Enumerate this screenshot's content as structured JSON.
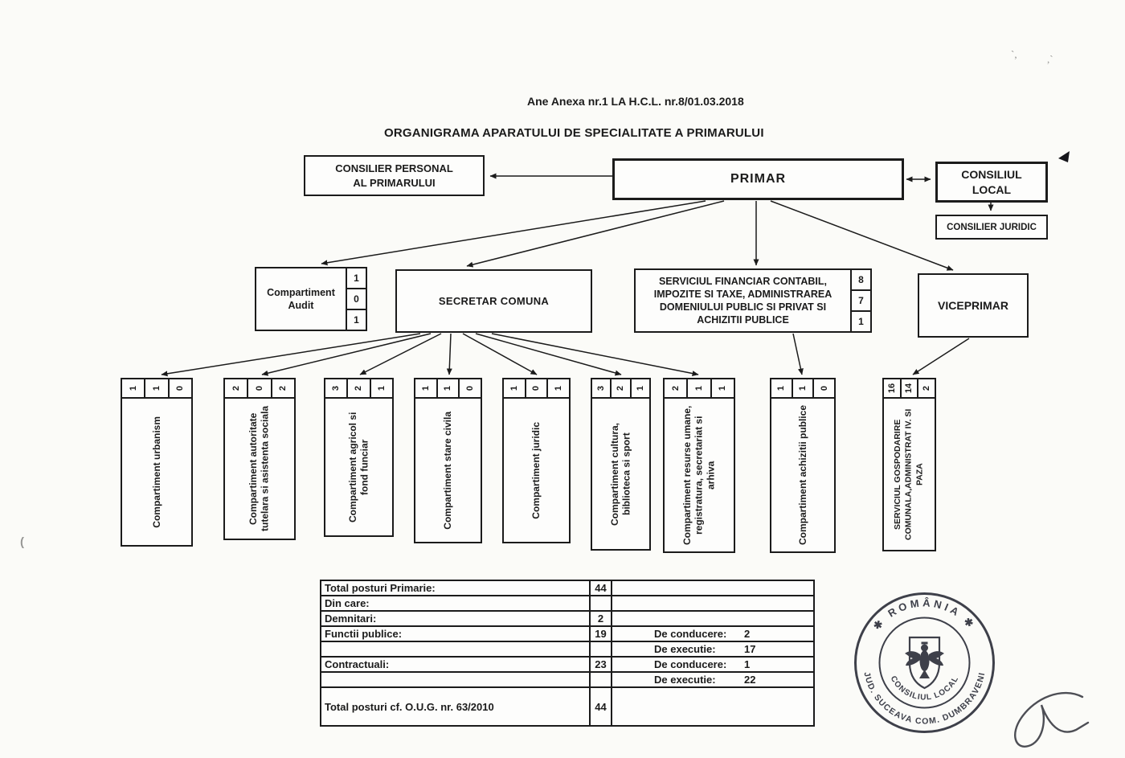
{
  "document": {
    "annex_note": "Ane Anexa nr.1 LA H.C.L. nr.8/01.03.2018",
    "title": "ORGANIGRAMA  APARATULUI DE SPECIALITATE A PRIMARULUI"
  },
  "org": {
    "primar": {
      "label": "PRIMAR"
    },
    "consilier_personal": {
      "line1": "CONSILIER PERSONAL",
      "line2": "AL PRIMARULUI"
    },
    "consiliul_local": {
      "line1": "CONSILIUL",
      "line2": "LOCAL"
    },
    "consilier_juridic": {
      "label": "CONSILIER JURIDIC"
    },
    "compartiment_audit": {
      "line1": "Compartiment",
      "line2": "Audit",
      "counts": [
        "1",
        "0",
        "1"
      ]
    },
    "secretar_comuna": {
      "label": "SECRETAR COMUNA"
    },
    "serviciul_financiar": {
      "label": "SERVICIUL FINANCIAR CONTABIL, IMPOZITE SI TAXE, ADMINISTRAREA DOMENIULUI PUBLIC SI PRIVAT SI ACHIZITII PUBLICE",
      "counts": [
        "8",
        "7",
        "1"
      ]
    },
    "viceprimar": {
      "label": "VICEPRIMAR"
    }
  },
  "departments": [
    {
      "label": "Compartiment urbanism",
      "counts": [
        "1",
        "1",
        "0"
      ]
    },
    {
      "label": "Compartiment autoritate tutelara si asistenta sociala",
      "counts": [
        "2",
        "0",
        "2"
      ]
    },
    {
      "label": "Compartiment agricol si fond funciar",
      "counts": [
        "3",
        "2",
        "1"
      ]
    },
    {
      "label": "Compartiment stare civila",
      "counts": [
        "1",
        "1",
        "0"
      ]
    },
    {
      "label": "Compartiment juridic",
      "counts": [
        "1",
        "0",
        "1"
      ]
    },
    {
      "label": "Compartiment cultura, biblioteca si sport",
      "counts": [
        "3",
        "2",
        "1"
      ]
    },
    {
      "label": "Compartiment resurse umane, registratura, secretariat si arhiva",
      "counts": [
        "2",
        "1",
        "1"
      ]
    },
    {
      "label": "Compartiment achizitii publice",
      "counts": [
        "1",
        "1",
        "0"
      ]
    },
    {
      "label": "SERVICIUL GOSPODARIRE COMUNALA,ADMINISTRAT IV. SI PAZA",
      "counts": [
        "16",
        "14",
        "2"
      ]
    }
  ],
  "summary_table": {
    "rows": [
      {
        "label": "Total posturi Primarie:",
        "value": "44"
      },
      {
        "label": "Din care:",
        "value": ""
      },
      {
        "label": "Demnitari:",
        "value": "2"
      },
      {
        "label": "Functii publice:",
        "value": "19",
        "detail_label": "De conducere:",
        "detail_value": "2"
      },
      {
        "label": "",
        "value": "",
        "detail_label": "De executie:",
        "detail_value": "17"
      },
      {
        "label": "Contractuali:",
        "value": "23",
        "detail_label": "De conducere:",
        "detail_value": "1"
      },
      {
        "label": "",
        "value": "",
        "detail_label": "De executie:",
        "detail_value": "22"
      },
      {
        "label": "Total posturi cf. O.U.G. nr. 63/2010",
        "value": "44"
      }
    ]
  },
  "stamp": {
    "top_text": "✱ ROMÂNIA ✱",
    "outer_bottom_text": "JUD. SUCEAVA COM. DUMBRAVENI",
    "inner_bottom_text": "CONSILIUL LOCAL"
  },
  "colors": {
    "ink": "#1b1b1b",
    "stamp_ink": "#2a2c38",
    "paper": "#fbfbf8"
  }
}
